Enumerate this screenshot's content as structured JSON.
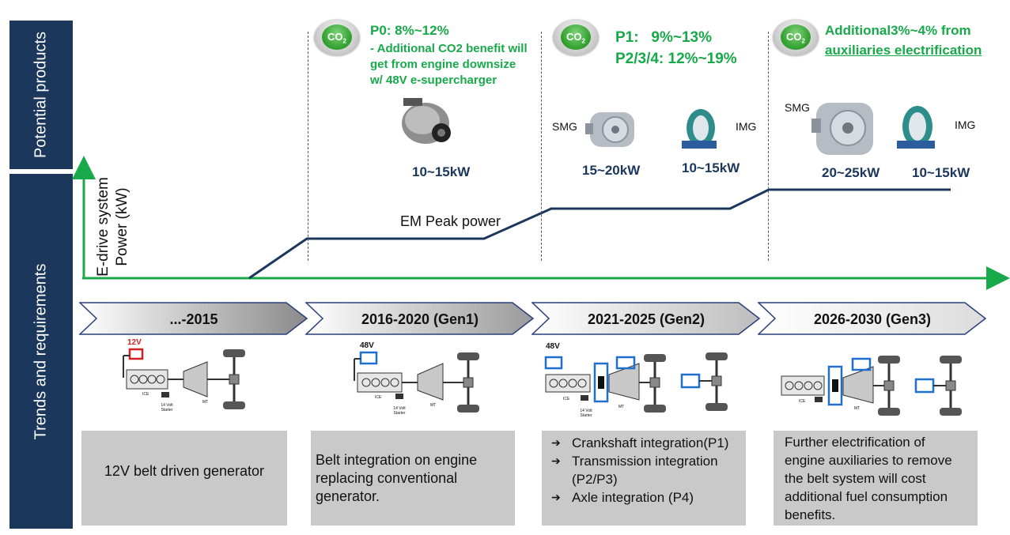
{
  "sidebar": {
    "top_label": "Potential products",
    "bottom_label": "Trends and requirements"
  },
  "axis": {
    "ylabel_line1": "E-drive system",
    "ylabel_line2": "Power (kW)",
    "curve_label": "EM Peak power"
  },
  "co2_badge": {
    "main": "CO",
    "sub": "2"
  },
  "gen1": {
    "co2_line1": "P0: 8%~12%",
    "co2_line2": "- Additional CO2 benefit will",
    "co2_line3": "get from engine downsize",
    "co2_line4": "w/ 48V e-supercharger",
    "power": "10~15kW"
  },
  "gen2": {
    "co2_line1": "P1:   9%~13%",
    "co2_line2": "P2/3/4: 12%~19%",
    "smg_label": "SMG",
    "img_label": "IMG",
    "smg_power": "15~20kW",
    "img_power": "10~15kW"
  },
  "gen3": {
    "co2_line1": "Additional3%~4% from",
    "co2_line2": "auxiliaries electrification",
    "smg_label": "SMG",
    "img_label": "IMG",
    "smg_power": "20~25kW",
    "img_power": "10~15kW"
  },
  "eras": [
    "...-2015",
    "2016-2020 (Gen1)",
    "2021-2025 (Gen2)",
    "2026-2030 (Gen3)"
  ],
  "diagrams": {
    "d0_voltage": "12V",
    "d1_voltage": "48V",
    "d2_voltage": "48V",
    "ice": "ICE",
    "starter": "14 Volt Starter",
    "mt": "MT"
  },
  "boxes": {
    "b0": "12V belt driven generator",
    "b1": "Belt integration on engine replacing conventional generator.",
    "b2_items": [
      "Crankshaft integration(P1)",
      "Transmission integration (P2/P3)",
      "Axle integration (P4)"
    ],
    "b3": "Further electrification of engine auxiliaries to remove the belt system will cost additional fuel consumption benefits."
  },
  "colors": {
    "navy": "#1b375c",
    "green": "#18a94a",
    "red": "#d42020",
    "blue": "#1f6fd1",
    "box_gray": "#c9c9c9"
  }
}
